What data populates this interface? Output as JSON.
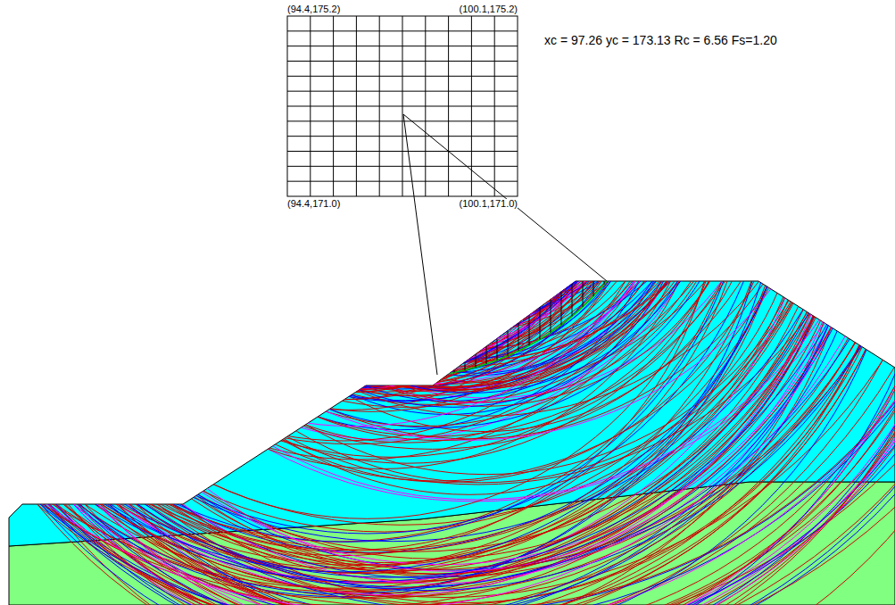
{
  "diagram": {
    "labels": [
      "(94.4,175.2)",
      "(100.1,175.2)",
      "(94.4,171.0)",
      "(100.1,171.0)",
      "xc = 97.26 yc = 173.13 Rc = 6.56 Fs=1.20"
    ]
  }
}
